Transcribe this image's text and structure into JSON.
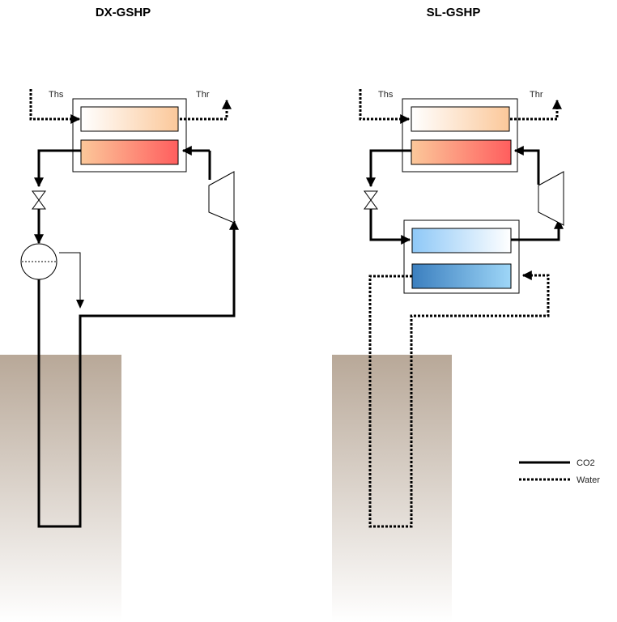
{
  "titles": {
    "left": "DX-GSHP",
    "right": "SL-GSHP"
  },
  "labels": {
    "ths": "Ths",
    "thr": "Thr"
  },
  "legend": {
    "co2": "CO2",
    "water": "Water"
  },
  "colors": {
    "ground_top": "#b8a898",
    "ground_bottom": "#ffffff",
    "hot_light": "#fbc89a",
    "hot_red": "#ff5e5e",
    "cold_light": "#8ec8f7",
    "cold_dark": "#3b7fbf"
  }
}
